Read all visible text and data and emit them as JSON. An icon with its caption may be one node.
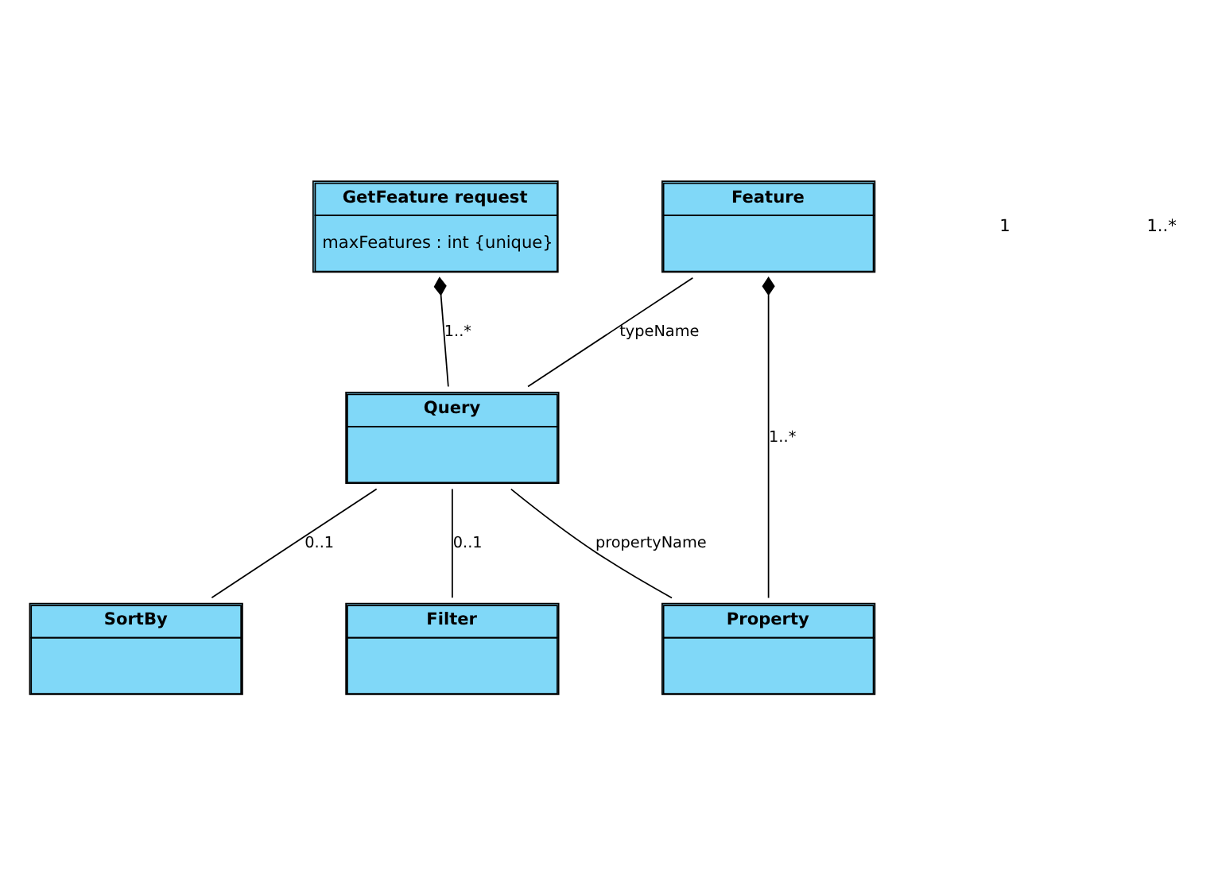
{
  "diagram": {
    "nodes": [
      {
        "text": [
          "GetFeature request",
          "maxFeatures : int {unique}"
        ]
      },
      {
        "text": [
          "Feature"
        ]
      },
      {
        "text": [
          "Query"
        ]
      },
      {
        "text": [
          "Property"
        ]
      },
      {
        "text": [
          "SortBy"
        ]
      },
      {
        "text": [
          "Filter"
        ]
      }
    ],
    "edges": [
      {
        "from": 0,
        "to": 2,
        "arrow": "other",
        "label": "1..*"
      },
      {
        "from": 1,
        "to": 2,
        "arrow": "none",
        "label": "typeName"
      },
      {
        "from": 1,
        "to": 3,
        "arrow": "other",
        "label": "1..*"
      },
      {
        "from": 2,
        "to": 3,
        "arrow": "none",
        "label": "propertyName"
      },
      {
        "from": 2,
        "to": 4,
        "arrow": "none",
        "label": "0..1"
      },
      {
        "from": 2,
        "to": 5,
        "arrow": "none",
        "label": "0..1"
      }
    ],
    "labels": [
      "1",
      "1..*"
    ]
  }
}
